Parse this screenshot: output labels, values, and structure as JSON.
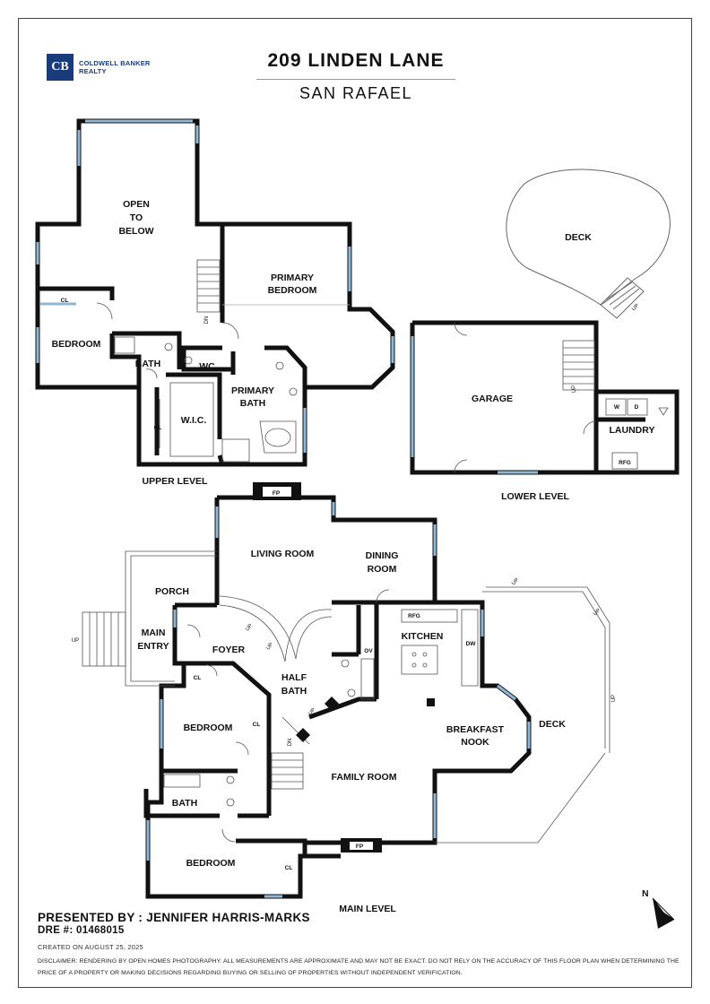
{
  "brand": {
    "logo": "CB",
    "name_line1": "COLDWELL BANKER",
    "name_line2": "REALTY"
  },
  "header": {
    "address": "209 LINDEN LANE",
    "city": "SAN RAFAEL"
  },
  "levels": {
    "upper": "UPPER LEVEL",
    "lower": "LOWER LEVEL",
    "main": "MAIN LEVEL"
  },
  "rooms": {
    "open_to_below": [
      "OPEN",
      "TO",
      "BELOW"
    ],
    "primary_bedroom": [
      "PRIMARY",
      "BEDROOM"
    ],
    "upper_bedroom": "BEDROOM",
    "upper_bath": "BATH",
    "wc": "WC",
    "primary_bath": [
      "PRIMARY",
      "BATH"
    ],
    "wic": "W.I.C.",
    "deck_upper": "DECK",
    "garage": "GARAGE",
    "laundry": "LAUNDRY",
    "living_room": "LIVING ROOM",
    "dining_room": [
      "DINING",
      "ROOM"
    ],
    "porch": "PORCH",
    "main_entry": [
      "MAIN",
      "ENTRY"
    ],
    "foyer": "FOYER",
    "kitchen": "KITCHEN",
    "half_bath": [
      "HALF",
      "BATH"
    ],
    "bedroom_1": "BEDROOM",
    "bath_main": "BATH",
    "bedroom_2": "BEDROOM",
    "family_room": "FAMILY ROOM",
    "breakfast_nook": [
      "BREAKFAST",
      "NOOK"
    ],
    "deck_main": "DECK"
  },
  "fixtures": {
    "cl": "CL",
    "fp": "FP",
    "rfg": "RFG",
    "w": "W",
    "d": "D",
    "dw": "DW",
    "ov": "OV",
    "up": "UP",
    "dn": "DN"
  },
  "footer": {
    "presented_by": "PRESENTED BY : JENNIFER HARRIS-MARKS",
    "dre": "DRE #: 01468015",
    "created": "CREATED ON AUGUST 25, 2025",
    "disclaimer": "DISCLAIMER: RENDERING BY OPEN HOMES PHOTOGRAPHY. ALL MEASUREMENTS ARE APPROXIMATE AND MAY NOT BE EXACT. DO NOT RELY ON THE ACCURACY OF THIS FLOOR PLAN WHEN DETERMINING THE PRICE OF A PROPERTY OR MAKING DECISIONS REGARDING BUYING OR SELLING OF PROPERTIES WITHOUT INDEPENDENT VERIFICATION."
  },
  "compass": {
    "label": "N"
  },
  "colors": {
    "wall": "#111111",
    "window": "#8fb7d6",
    "brand": "#1a3b7a"
  }
}
